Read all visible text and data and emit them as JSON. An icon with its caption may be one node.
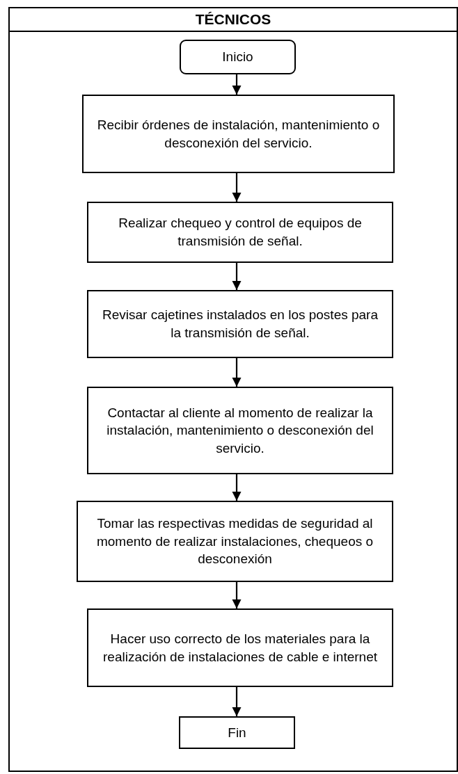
{
  "diagram": {
    "nodes": [
      {
        "text": [
          "TÉCNICOS"
        ]
      },
      {
        "text": [
          "Inicio"
        ],
        "in": 0
      },
      {
        "text": [
          "Recibir órdenes de instalación, mantenimiento o desconexión del servicio."
        ],
        "in": 0
      },
      {
        "text": [
          "Realizar chequeo y control de equipos de transmisión de señal."
        ],
        "in": 0
      },
      {
        "text": [
          "Revisar cajetines instalados en los postes para la transmisión de señal."
        ],
        "in": 0
      },
      {
        "text": [
          "Contactar al cliente al momento de realizar la instalación, mantenimiento o desconexión del servicio."
        ],
        "in": 0
      },
      {
        "text": [
          "Tomar las respectivas medidas de seguridad al momento de realizar instalaciones, chequeos o desconexión"
        ],
        "in": 0
      },
      {
        "text": [
          "Hacer uso correcto de los materiales para la realización de instalaciones de cable e internet"
        ],
        "in": 0
      },
      {
        "text": [
          "Fin"
        ],
        "in": 0
      }
    ],
    "edges": [
      {
        "from": 1,
        "to": 2,
        "arrow": "to"
      },
      {
        "from": 2,
        "to": 3,
        "arrow": "to"
      },
      {
        "from": 3,
        "to": 4,
        "arrow": "to"
      },
      {
        "from": 4,
        "to": 5,
        "arrow": "to"
      },
      {
        "from": 5,
        "to": 6,
        "arrow": "to"
      },
      {
        "from": 6,
        "to": 7,
        "arrow": "to"
      },
      {
        "from": 7,
        "to": 8,
        "arrow": "to"
      }
    ]
  }
}
